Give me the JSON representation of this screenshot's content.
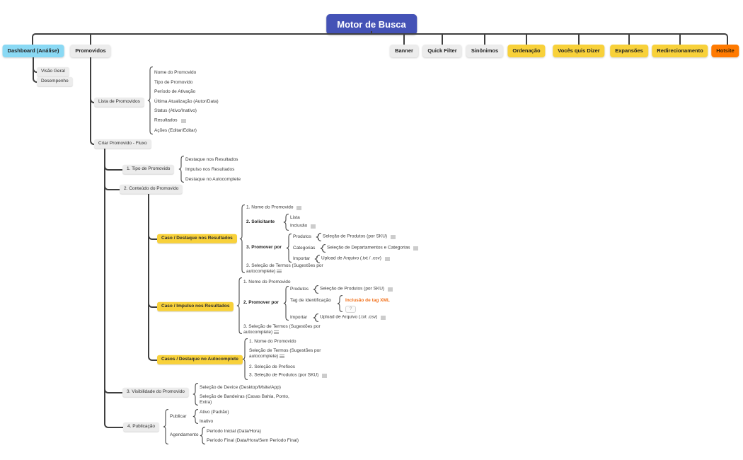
{
  "root": {
    "label": "Motor de Busca"
  },
  "level1": {
    "dashboard": {
      "label": "Dashboard (Análise)"
    },
    "promovidos": {
      "label": "Promovidos"
    },
    "banner": {
      "label": "Banner"
    },
    "quick_filter": {
      "label": "Quick Filter"
    },
    "sinonimos": {
      "label": "Sinônimos"
    },
    "ordenacao": {
      "label": "Ordenação"
    },
    "voces_quis_dizer": {
      "label": "Vocês quis Dizer"
    },
    "expansoes": {
      "label": "Expansões"
    },
    "redirecionamento": {
      "label": "Redirecionamento"
    },
    "hotsite": {
      "label": "Hotsite"
    }
  },
  "dashboard": {
    "children": [
      {
        "label": "Visão Geral"
      },
      {
        "label": "Desempenho"
      }
    ]
  },
  "promovidos": {
    "lista": {
      "label": "Lista de Promovidos",
      "items": [
        "Nome do Promovido",
        "Tipo de Promovido",
        "Período de Ativação",
        "Última Atualização (Autor/Data)",
        "Status (Ativo/Inativo)",
        "Resultados",
        "Ações (Editar/Editar)"
      ]
    },
    "criar": {
      "label": "Criar Promovido - Fluxo"
    }
  },
  "criar": {
    "tipo": {
      "label": "1. Tipo de Promovido",
      "items": [
        "Destaque nos Resultados",
        "Impulso nos Resultados",
        "Destaque no Autocomplete"
      ]
    },
    "conteudo": {
      "label": "2. Conteúdo do Promovido"
    },
    "visibilidade": {
      "label": "3. Visibilidade do Promovido",
      "items": [
        "Seleção de Device (Desktop/Msite/App)",
        "Seleção de Bandeiras (Casas Bahia, Ponto, Extra)"
      ]
    },
    "publicacao": {
      "label": "4. Publicação",
      "publicar": {
        "label": "Publicar",
        "items": [
          "Ativo (Padrão)",
          "Inativo"
        ]
      },
      "agendamento": {
        "label": "Agendamento",
        "items": [
          "Período Inicial (Data/Hora)",
          "Período Final (Data/Hora/Sem Período Final)"
        ]
      }
    }
  },
  "caso1": {
    "label": "Caso / Destaque nos Resultados",
    "nome": "1. Nome do Promovido",
    "solicitante": {
      "label": "2. Solicitante",
      "items": [
        "Lista",
        "Inclusão"
      ]
    },
    "promover": {
      "label": "3. Promover por",
      "rows": [
        {
          "label": "Produtos",
          "child": "Seleção de Produtos (por SKU)"
        },
        {
          "label": "Categorias",
          "child": "Seleção de Departamentos e Categorias"
        },
        {
          "label": "Importar",
          "child": "Upload de Arquivo (.txt / .csv)"
        }
      ]
    },
    "selecao": "3. Seleção de Termos (Sugestões por autocomplete)"
  },
  "caso2": {
    "label": "Caso / Impulso nos Resultados",
    "nome": "1. Nome do Promovido",
    "promover": {
      "label": "2. Promover por",
      "rows": [
        {
          "label": "Produtos",
          "child": "Seleção de Produtos (por SKU)"
        },
        {
          "label": "Tag de Identificação",
          "child": "Inclusão de tag XML",
          "badge": "?"
        },
        {
          "label": "Importar",
          "child": "Upload de Arquivo (.txt .csv)"
        }
      ]
    },
    "selecao": "3. Seleção de Termos (Sugestões por autocomplete)"
  },
  "caso3": {
    "label": "Casos / Destaque no Autocomplete",
    "items": [
      "1. Nome do Promovido",
      "Seleção de Termos (Sugestões por autocomplete)",
      "2. Seleção de Prefixos",
      "3. Seleção de Produtos (por SKU)"
    ]
  },
  "icons": {
    "note_icon": "three-line note indicator shown after several items",
    "question_badge": "?"
  },
  "colors": {
    "root_bg": "#4452b6",
    "yellow_node": "#f8d13a",
    "orange_node": "#ff7a00",
    "light_blue_node": "#8ad9f4",
    "gray_node": "#ececec",
    "alert_text": "#f2711c",
    "line": "#3f3f3f"
  }
}
